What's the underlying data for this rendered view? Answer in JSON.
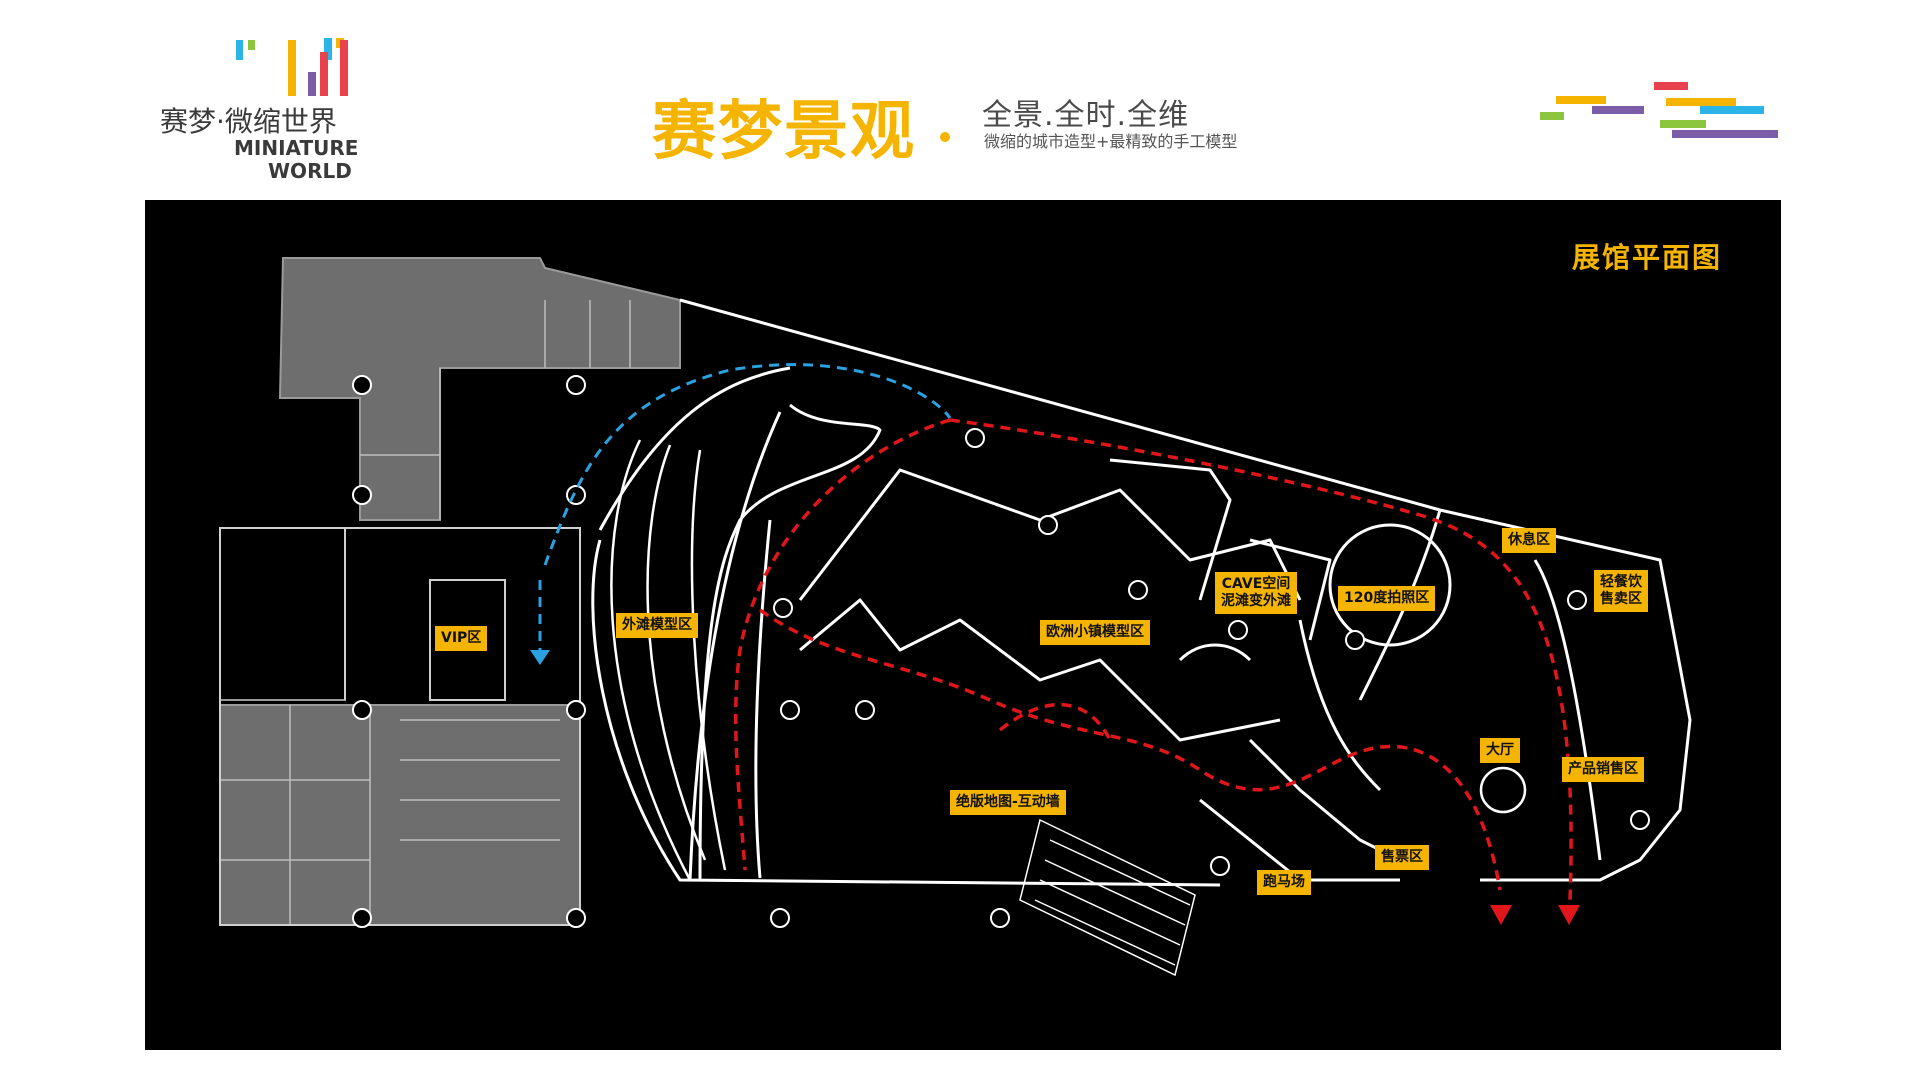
{
  "brand": {
    "name_cn": "赛梦·微缩世界",
    "name_en_line1": "MINIATURE",
    "name_en_line2": "WORLD",
    "bar_colors": [
      "#2bb4e8",
      "#f5b400",
      "#7b5ea7",
      "#e8424d"
    ]
  },
  "header": {
    "headline": "赛梦景观",
    "tagline": "全景.全时.全维",
    "subtagline": "微缩的城市造型+最精致的手工模型",
    "accent_color": "#f5b400"
  },
  "decoration": {
    "stripe_colors": [
      "#f5b400",
      "#7b5ea7",
      "#e8424d",
      "#8cc63f",
      "#2bb4e8"
    ]
  },
  "map": {
    "title": "展馆平面图",
    "background": "#000000",
    "route_colors": {
      "red": "#e0161b",
      "blue": "#2aa1e0"
    },
    "zones": [
      {
        "id": "vip",
        "label": "VIP区"
      },
      {
        "id": "bund",
        "label": "外滩模型区"
      },
      {
        "id": "europe",
        "label": "欧洲小镇模型区"
      },
      {
        "id": "cave",
        "label": "CAVE空间",
        "label2": "泥滩变外滩"
      },
      {
        "id": "photo",
        "label": "120度拍照区"
      },
      {
        "id": "rest",
        "label": "休息区"
      },
      {
        "id": "food",
        "label": "轻餐饮",
        "label2": "售卖区"
      },
      {
        "id": "hall",
        "label": "大厅"
      },
      {
        "id": "sales",
        "label": "产品销售区"
      },
      {
        "id": "mapwall",
        "label": "绝版地图-互动墙"
      },
      {
        "id": "ticket",
        "label": "售票区"
      },
      {
        "id": "track",
        "label": "跑马场"
      }
    ]
  }
}
